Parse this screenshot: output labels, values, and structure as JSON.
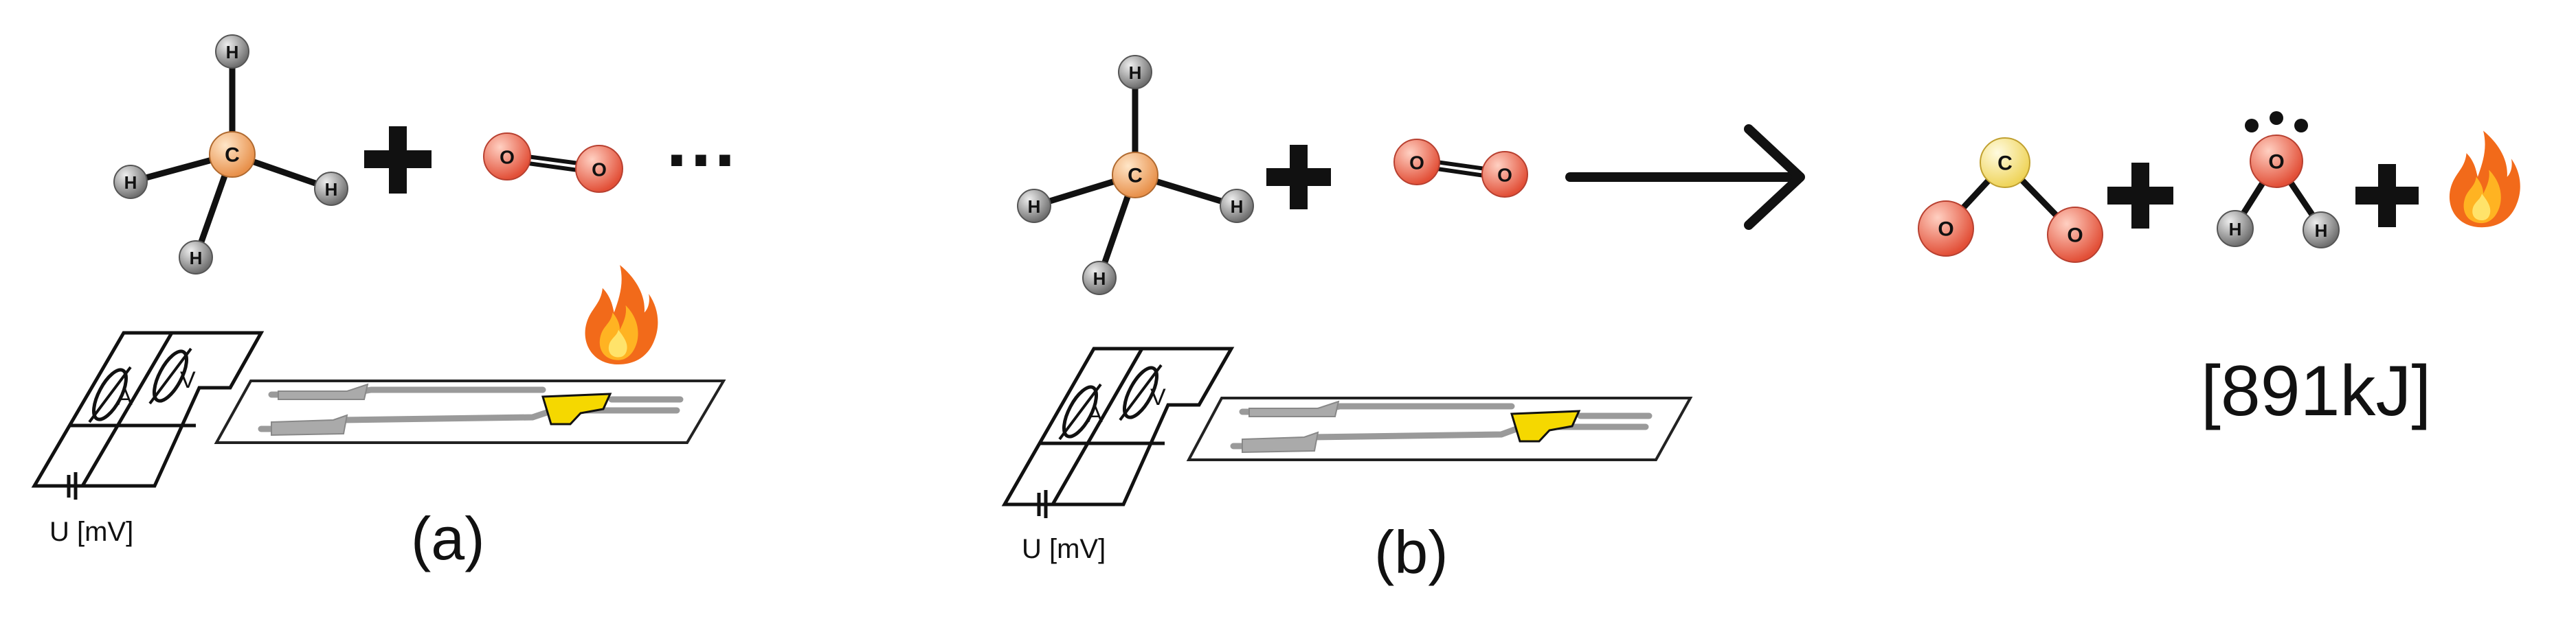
{
  "panels": {
    "a": {
      "label": "(a)",
      "voltage_label": "U [mV]",
      "meter_a": "A",
      "meter_v": "V",
      "ellipsis": "…"
    },
    "b": {
      "label": "(b)",
      "voltage_label": "U [mV]",
      "meter_a": "A",
      "meter_v": "V"
    }
  },
  "reaction": {
    "energy": "[891kJ]",
    "plus": "+"
  },
  "atoms": {
    "carbon": "C",
    "hydrogen": "H",
    "oxygen": "O"
  },
  "colors": {
    "carbon": "#f2a060",
    "oxygen": "#ef6a55",
    "hydrogen": "#8c8c8c",
    "co2_carbon": "#f6e07a",
    "sensor_pad": "#f5d800",
    "flame_outer": "#f26a1a",
    "flame_inner": "#ffd24a"
  },
  "icons": [
    "flame-icon",
    "ammeter-icon",
    "voltmeter-icon",
    "battery-icon"
  ]
}
